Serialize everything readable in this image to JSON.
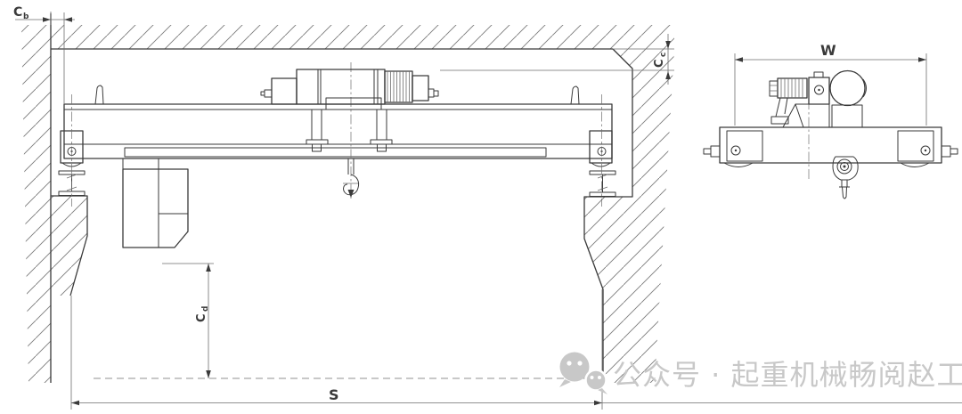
{
  "colors": {
    "line": "#3a3a3a",
    "thin": "#6e6e6e",
    "hatch": "#7a7a7a",
    "watermark": "#c8c8c8",
    "bg": "#ffffff"
  },
  "dimensions": {
    "cb": {
      "base": "C",
      "sub": "b"
    },
    "cc": {
      "base": "C",
      "sub": "c"
    },
    "cd": {
      "base": "C",
      "sub": "d"
    },
    "span": "S",
    "width": "W"
  },
  "watermark": {
    "icon": "wechat",
    "text": "公众号 · 起重机械畅阅赵工"
  }
}
